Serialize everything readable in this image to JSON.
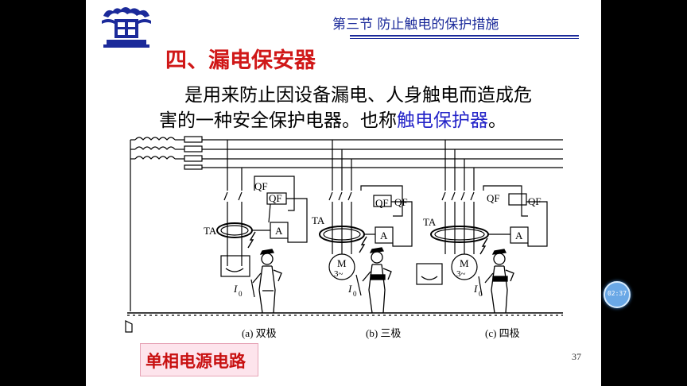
{
  "header": {
    "title": "第三节 防止触电的保护措施"
  },
  "section": {
    "title": "四、漏电保安器"
  },
  "body": {
    "line1": "是用来防止因设备漏电、人身触电而造成危",
    "line2_prefix": "害的一种安全保护电器。也称",
    "line2_highlight": "触电保护器",
    "line2_suffix": "。"
  },
  "diagram": {
    "labels": {
      "qf": "QF",
      "ta": "TA",
      "a": "A",
      "m": "M",
      "m_sub": "3~",
      "i": "I",
      "i_sub": "0"
    },
    "captions": [
      "(a) 双极",
      "(b) 三极",
      "(c) 四极"
    ]
  },
  "banner": {
    "text": "单相电源电路"
  },
  "page_number": "37",
  "timer": "02:37",
  "colors": {
    "header": "#1b2a9a",
    "section": "#d01818",
    "highlight": "#2323c8",
    "banner_text": "#c81010"
  }
}
